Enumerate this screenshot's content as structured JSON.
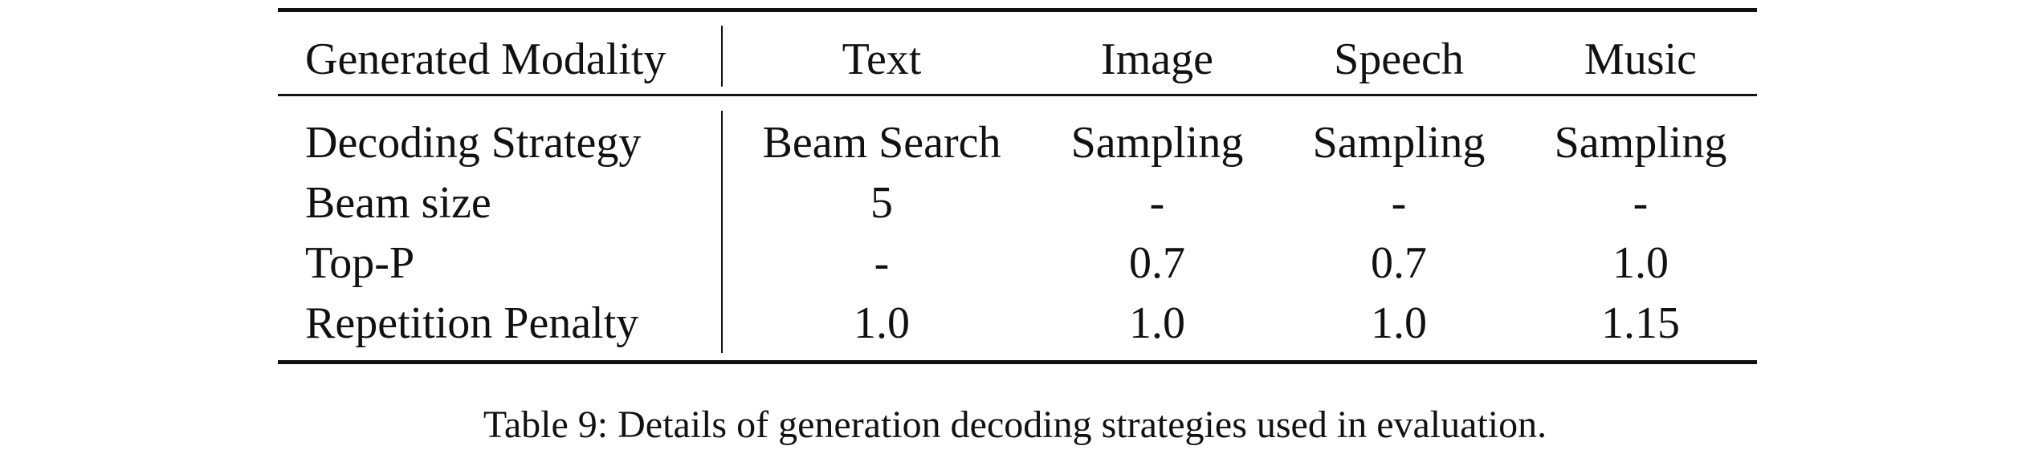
{
  "table": {
    "header": {
      "label": "Generated Modality",
      "columns": [
        "Text",
        "Image",
        "Speech",
        "Music"
      ]
    },
    "rows": [
      {
        "label": "Decoding Strategy",
        "values": [
          "Beam Search",
          "Sampling",
          "Sampling",
          "Sampling"
        ]
      },
      {
        "label": "Beam size",
        "values": [
          "5",
          "-",
          "-",
          "-"
        ]
      },
      {
        "label": "Top-P",
        "values": [
          "-",
          "0.7",
          "0.7",
          "1.0"
        ]
      },
      {
        "label": "Repetition Penalty",
        "values": [
          "1.0",
          "1.0",
          "1.0",
          "1.15"
        ]
      }
    ]
  },
  "caption": "Table 9: Details of generation decoding strategies used in evaluation."
}
